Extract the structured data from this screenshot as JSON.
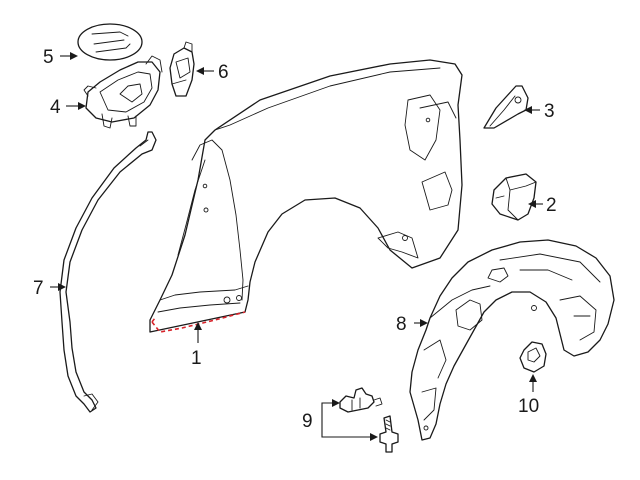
{
  "callouts": [
    {
      "id": "1",
      "label": "1"
    },
    {
      "id": "2",
      "label": "2"
    },
    {
      "id": "3",
      "label": "3"
    },
    {
      "id": "4",
      "label": "4"
    },
    {
      "id": "5",
      "label": "5"
    },
    {
      "id": "6",
      "label": "6"
    },
    {
      "id": "7",
      "label": "7"
    },
    {
      "id": "8",
      "label": "8"
    },
    {
      "id": "9",
      "label": "9"
    },
    {
      "id": "10",
      "label": "10"
    }
  ],
  "colors": {
    "line": "#1a1a1a",
    "highlight_seam": "#d8232a",
    "background": "#ffffff"
  }
}
